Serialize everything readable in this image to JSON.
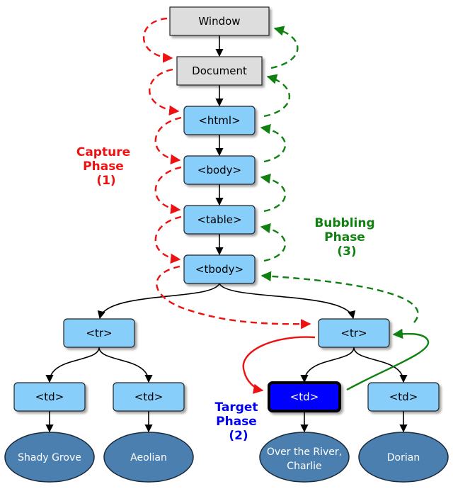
{
  "nodes": {
    "window": "Window",
    "document": "Document",
    "html": "<html>",
    "body": "<body>",
    "table": "<table>",
    "tbody": "<tbody>",
    "tr_left": "<tr>",
    "tr_right": "<tr>",
    "td_1": "<td>",
    "td_2": "<td>",
    "td_target": "<td>",
    "td_4": "<td>"
  },
  "leaves": {
    "leaf_1": "Shady Grove",
    "leaf_2": "Aeolian",
    "leaf_3_line1": "Over the River,",
    "leaf_3_line2": "Charlie",
    "leaf_4": "Dorian"
  },
  "phases": {
    "capture_line1": "Capture",
    "capture_line2": "Phase",
    "capture_line3": "(1)",
    "bubbling_line1": "Bubbling",
    "bubbling_line2": "Phase",
    "bubbling_line3": "(3)",
    "target_line1": "Target",
    "target_line2": "Phase",
    "target_line3": "(2)"
  },
  "colors": {
    "capture": "#ee1111",
    "bubbling": "#108010",
    "target": "#0000ee",
    "node_fill": "#87cefa",
    "grey_fill": "#dddddd",
    "leaf_fill": "#4a7fb0",
    "target_fill": "#0000ff"
  }
}
